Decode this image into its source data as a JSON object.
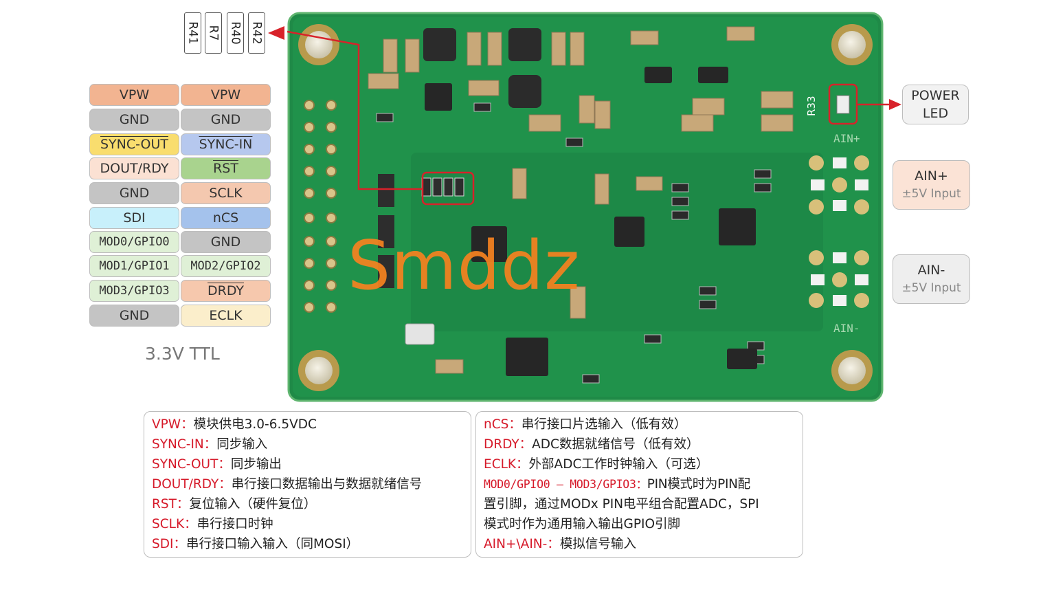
{
  "resistor_labels": [
    "R41",
    "R7",
    "R40",
    "R42"
  ],
  "pinout": [
    [
      {
        "text": "VPW",
        "color": "#f2b491"
      },
      {
        "text": "VPW",
        "color": "#f2b491"
      }
    ],
    [
      {
        "text": "GND",
        "color": "#c4c4c4"
      },
      {
        "text": "GND",
        "color": "#c4c4c4"
      }
    ],
    [
      {
        "text": "SYNC-OUT",
        "color": "#f9dd6e"
      },
      {
        "text": "SYNC-IN",
        "color": "#b6c8ee"
      }
    ],
    [
      {
        "text": "DOUT/RDY",
        "color": "#fbe1d3"
      },
      {
        "text": "RST",
        "color": "#a9d38e"
      }
    ],
    [
      {
        "text": "GND",
        "color": "#c4c4c4"
      },
      {
        "text": "SCLK",
        "color": "#f4c8af"
      }
    ],
    [
      {
        "text": "SDI",
        "color": "#c8f0fb"
      },
      {
        "text": "nCS",
        "color": "#a4c2ec"
      }
    ],
    [
      {
        "text": "MOD0/GPIO0",
        "color": "#dff0d6"
      },
      {
        "text": "GND",
        "color": "#c4c4c4"
      }
    ],
    [
      {
        "text": "MOD1/GPIO1",
        "color": "#dff0d6"
      },
      {
        "text": "MOD2/GPIO2",
        "color": "#dff0d6"
      }
    ],
    [
      {
        "text": "MOD3/GPIO3",
        "color": "#dff0d6"
      },
      {
        "text": "DRDY",
        "color": "#f6c8ad"
      }
    ],
    [
      {
        "text": "GND",
        "color": "#c4c4c4"
      },
      {
        "text": "ECLK",
        "color": "#fbeecb"
      }
    ]
  ],
  "ttl_label": "3.3V TTL",
  "watermark": "Smddz",
  "power_led": {
    "line1": "POWER",
    "line2": "LED"
  },
  "ain_plus": {
    "title": "AIN+",
    "sub": "±5V Input"
  },
  "ain_minus": {
    "title": "AIN-",
    "sub": "±5V Input"
  },
  "board_silk": {
    "ain_plus": "AIN+",
    "ain_minus": "AIN-",
    "r33": "R33"
  },
  "desc_left": [
    {
      "key": "VPW：",
      "text": "模块供电3.0-6.5VDC"
    },
    {
      "key": "SYNC-IN：",
      "text": "同步输入"
    },
    {
      "key": "SYNC-OUT：",
      "text": "同步输出"
    },
    {
      "key": "DOUT/RDY：",
      "text": "串行接口数据输出与数据就绪信号"
    },
    {
      "key": "RST：",
      "text": "复位输入（硬件复位）"
    },
    {
      "key": "SCLK：",
      "text": "串行接口时钟"
    },
    {
      "key": "SDI：",
      "text": "串行接口输入输入（同MOSI）"
    }
  ],
  "desc_right": [
    {
      "key": "nCS：",
      "text": "串行接口片选输入（低有效）"
    },
    {
      "key": "DRDY：",
      "text": "ADC数据就绪信号（低有效）"
    },
    {
      "key": "ECLK：",
      "text": "外部ADC工作时钟输入（可选）"
    },
    {
      "key": "MOD0/GPIO0 – MOD3/GPIO3：",
      "text": "PIN模式时为PIN配"
    },
    {
      "key": "",
      "text": "置引脚，通过MODx PIN电平组合配置ADC，SPI"
    },
    {
      "key": "",
      "text": "模式时作为通用输入输出GPIO引脚"
    },
    {
      "key": "AIN+\\AIN-：",
      "text": "模拟信号输入"
    }
  ]
}
